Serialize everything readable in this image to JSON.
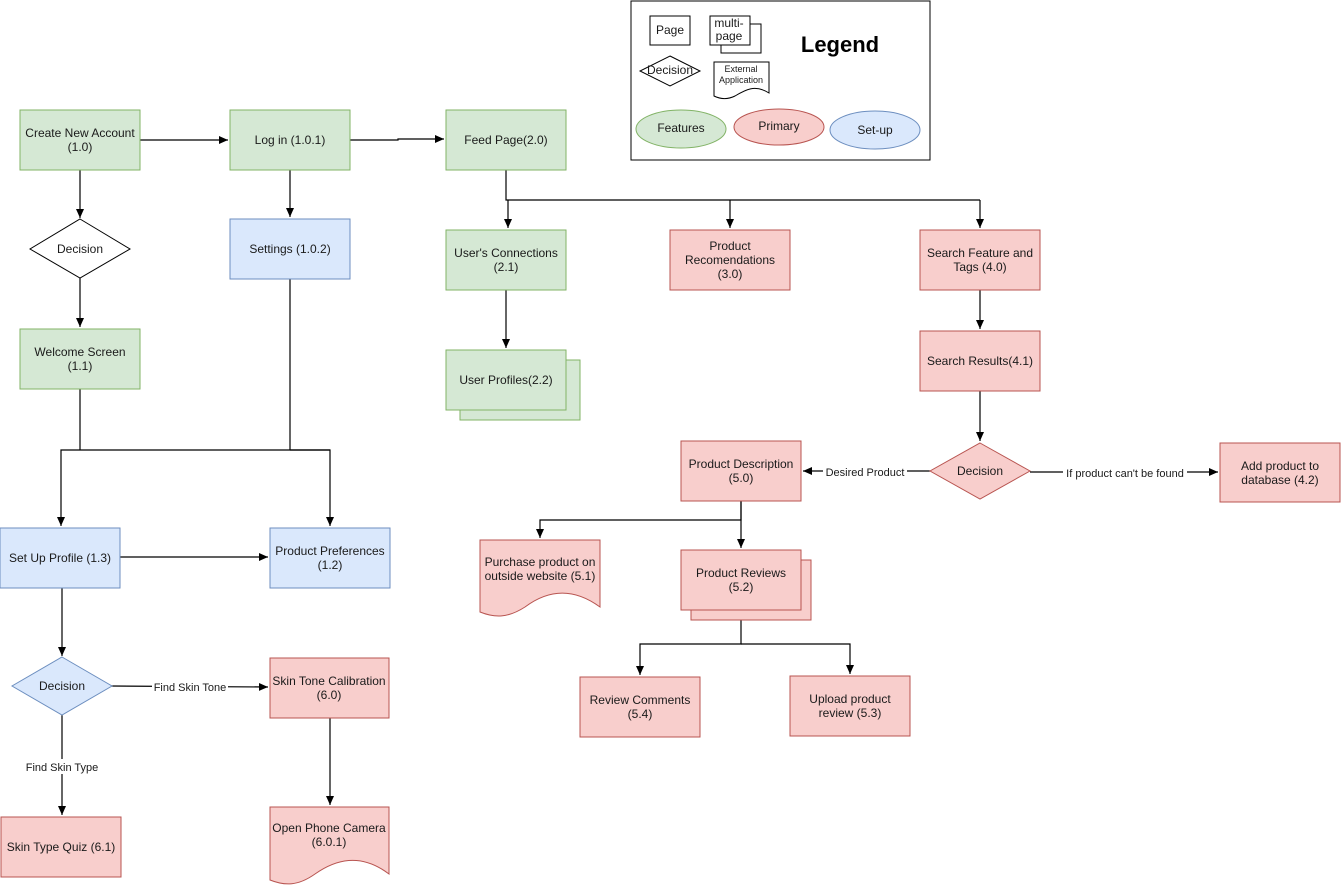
{
  "colors": {
    "green_fill": "#d5e8d4",
    "green_stroke": "#82b366",
    "red_fill": "#f8cecc",
    "red_stroke": "#b85450",
    "blue_fill": "#dae8fc",
    "blue_stroke": "#6c8ebf"
  },
  "legend": {
    "title": "Legend",
    "page": "Page",
    "multi_page": [
      "multi-",
      "page"
    ],
    "decision": "Decision",
    "external_application": [
      "External",
      "Application"
    ],
    "features": "Features",
    "primary": "Primary",
    "setup": "Set-up"
  },
  "nodes": {
    "create_account": [
      "Create New Account",
      "(1.0)"
    ],
    "login": [
      "Log in (1.0.1)"
    ],
    "feed": [
      "Feed Page(2.0)"
    ],
    "decision_1": [
      "Decision"
    ],
    "settings": [
      "Settings (1.0.2)"
    ],
    "welcome": [
      "Welcome Screen",
      "(1.1)"
    ],
    "connections": [
      "User's Connections",
      "(2.1)"
    ],
    "user_profiles": [
      "User Profiles(2.2)"
    ],
    "recommendations": [
      "Product",
      "Recomendations",
      "(3.0)"
    ],
    "search_feature": [
      "Search Feature and",
      "Tags (4.0)"
    ],
    "search_results": [
      "Search Results(4.1)"
    ],
    "decision_4": [
      "Decision"
    ],
    "add_product": [
      "Add product to",
      "database (4.2)"
    ],
    "product_description": [
      "Product Description",
      "(5.0)"
    ],
    "purchase": [
      "Purchase product on",
      "outside website (5.1)"
    ],
    "product_reviews": [
      "Product Reviews",
      "(5.2)"
    ],
    "review_comments": [
      "Review Comments",
      "(5.4)"
    ],
    "upload_review": [
      "Upload product",
      "review (5.3)"
    ],
    "setup_profile": [
      "Set Up Profile (1.3)"
    ],
    "preferences": [
      "Product Preferences",
      "(1.2)"
    ],
    "decision_6": [
      "Decision"
    ],
    "skin_tone": [
      "Skin Tone Calibration",
      "(6.0)"
    ],
    "open_camera": [
      "Open Phone Camera",
      "(6.0.1)"
    ],
    "skin_quiz": [
      "Skin Type Quiz (6.1)"
    ]
  },
  "edge_labels": {
    "desired_product": "Desired Product",
    "not_found": "If product can't be found",
    "find_skin_tone": "Find Skin Tone",
    "find_skin_type": "Find Skin Type"
  }
}
